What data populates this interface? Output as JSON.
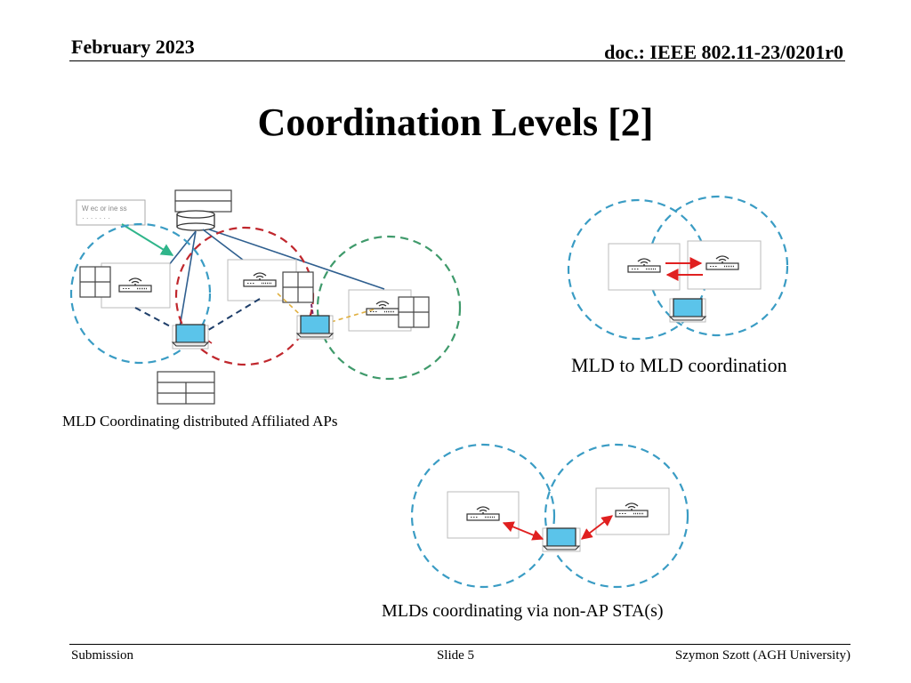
{
  "header": {
    "date": "February 2023",
    "doc_id": "doc.: IEEE 802.11-23/0201r0"
  },
  "title": "Coordination Levels [2]",
  "diagram": {
    "captions": {
      "distributed": "MLD Coordinating distributed Affiliated APs",
      "mld_to_mld": "MLD to MLD coordination",
      "via_sta": "MLDs coordinating via non-AP STA(s)"
    },
    "legend_box_lines": [
      "W  ec  or   ine   ss",
      "· ·   ·  ·   ·  · ·"
    ],
    "colors": {
      "blue_circle": "#3a9cc4",
      "red_circle": "#c0272d",
      "green_circle": "#3f9a6b",
      "link_line": "#2f5f8f",
      "dashed_link": "#1f3f6a",
      "yellow_link": "#e0b040",
      "red_arrow": "#e02020",
      "green_arrow": "#2fb58a",
      "laptop_screen": "#5bc4ea"
    }
  },
  "footer": {
    "left": "Submission",
    "center": "Slide 5",
    "right": "Szymon Szott (AGH University)"
  }
}
